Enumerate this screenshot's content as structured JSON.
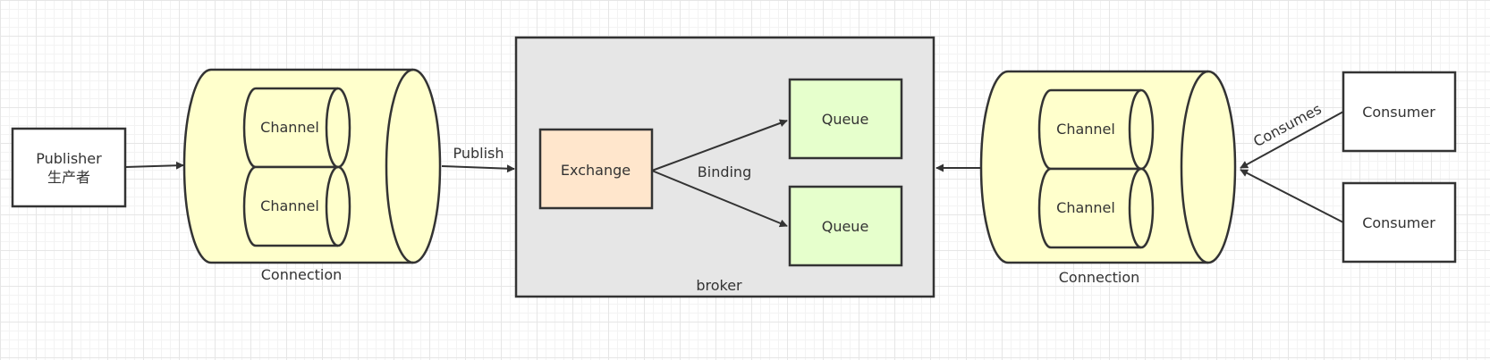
{
  "colors": {
    "stroke": "#333333",
    "connection_fill": "#ffffcc",
    "broker_fill": "#e6e6e6",
    "exchange_fill": "#ffe6cc",
    "queue_fill": "#e6ffcc",
    "box_fill": "#ffffff"
  },
  "publisher": {
    "line1": "Publisher",
    "line2": "生产者"
  },
  "left_connection": {
    "label": "Connection",
    "channels": [
      "Channel",
      "Channel"
    ]
  },
  "right_connection": {
    "label": "Connection",
    "channels": [
      "Channel",
      "Channel"
    ]
  },
  "edge_labels": {
    "publish": "Publish",
    "binding": "Binding",
    "consumes": "Consumes"
  },
  "broker": {
    "label": "broker",
    "exchange": "Exchange",
    "queues": [
      "Queue",
      "Queue"
    ]
  },
  "consumers": [
    "Consumer",
    "Consumer"
  ]
}
